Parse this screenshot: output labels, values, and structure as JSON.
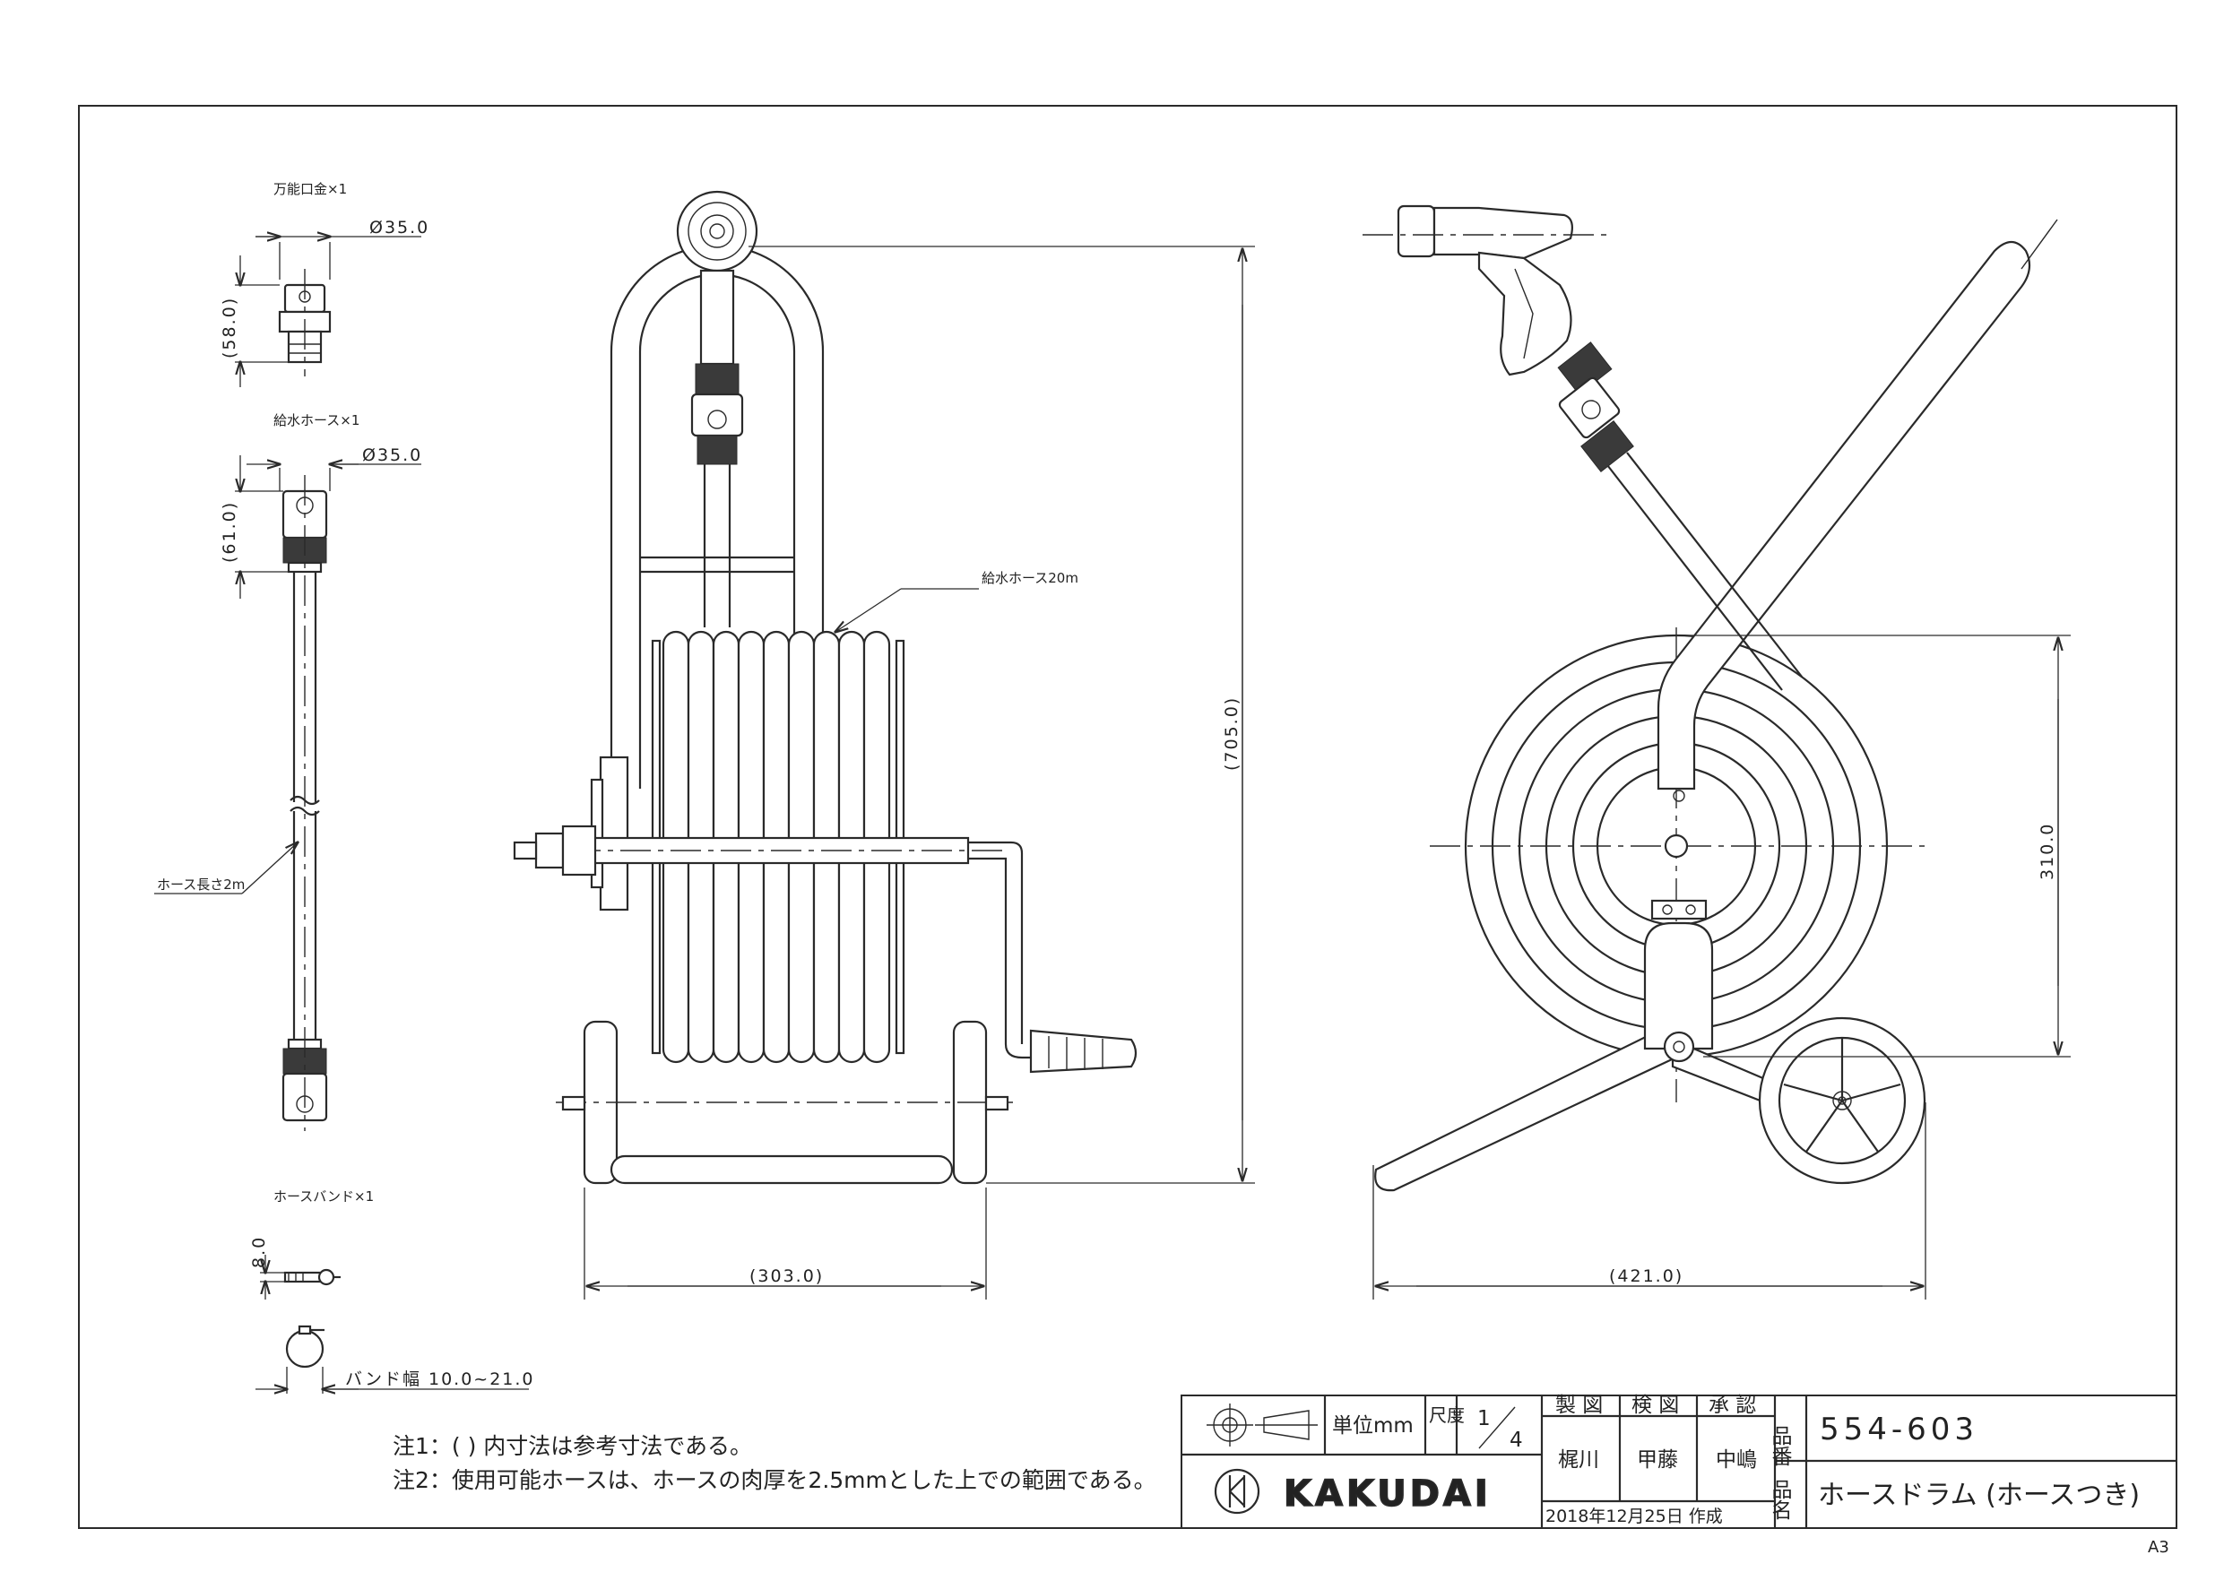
{
  "parts": {
    "nozzle_label": "万能口金×1",
    "nozzle_dia": "Ø35.0",
    "nozzle_len": "(58.0)",
    "supply_hose_label": "給水ホース×1",
    "supply_hose_dia": "Ø35.0",
    "supply_hose_len": "(61.0)",
    "hose_length_label": "ホース長さ2m",
    "band_label": "ホースバンド×1",
    "band_dim": "8.0",
    "band_width": "バンド幅 10.0~21.0"
  },
  "front_view": {
    "hose_callout": "給水ホース20m",
    "height_dim": "(705.0)",
    "width_dim": "(303.0)"
  },
  "side_view": {
    "reel_dim": "310.0",
    "width_dim": "(421.0)"
  },
  "notes": {
    "note1": "注1：( ) 内寸法は参考寸法である。",
    "note2": "注2：使用可能ホースは、ホースの肉厚を2.5mmとした上での範囲である。"
  },
  "title_block": {
    "unit_label": "単位mm",
    "scale_label": "尺度",
    "scale_num": "1",
    "scale_den": "4",
    "drawn_label": "製 図",
    "checked_label": "検 図",
    "approved_label": "承 認",
    "drawn_by": "梶川",
    "checked_by": "甲藤",
    "approved_by": "中嶋",
    "date": "2018年12月25日 作成",
    "part_no_label": "品番",
    "part_no": "554-603",
    "product_name_label": "品名",
    "product_name": "ホースドラム (ホースつき)",
    "company_logo": "KAKUDAI",
    "paper_size": "A3"
  }
}
